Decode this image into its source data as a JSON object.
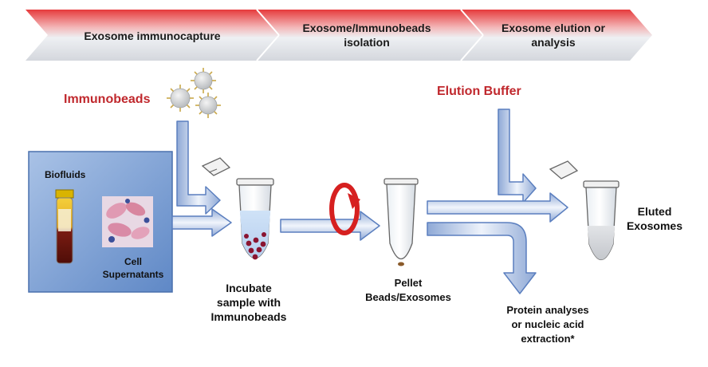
{
  "steps": [
    {
      "line1": "Exosome immunocapture",
      "line2": ""
    },
    {
      "line1": "Exosome/Immunobeads",
      "line2": "isolation"
    },
    {
      "line1": "Exosome elution or",
      "line2": "analysis"
    }
  ],
  "labels": {
    "immunobeads": "Immunobeads",
    "elution_buffer": "Elution Buffer",
    "biofluids": "Biofluids",
    "cell_supernatants_1": "Cell",
    "cell_supernatants_2": "Supernatants",
    "incubate_1": "Incubate",
    "incubate_2": "sample with",
    "incubate_3": "Immunobeads",
    "pellet_1": "Pellet",
    "pellet_2": "Beads/Exosomes",
    "eluted_1": "Eluted",
    "eluted_2": "Exosomes",
    "protein_1": "Protein analyses",
    "protein_2": "or nucleic acid",
    "protein_3": "extraction*"
  },
  "colors": {
    "banner_red": "#e63a3c",
    "banner_gray": "#dcdee3",
    "label_red": "#c0282d",
    "arrow_blue_light": "#dce6f4",
    "arrow_blue_dark": "#5b7fbf",
    "panel_blue": "#7fa5d6",
    "rotation_red": "#d62020"
  }
}
